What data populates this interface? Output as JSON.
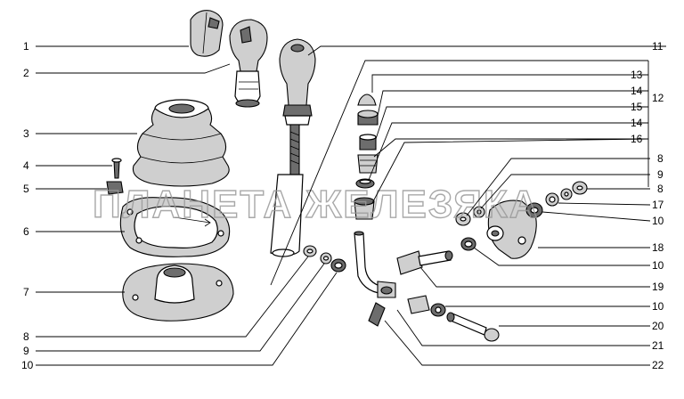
{
  "watermark": "ПЛАНЕТА ЖЕЛЕЗЯКА",
  "callouts": {
    "n1": "1",
    "n2": "2",
    "n3": "3",
    "n4": "4",
    "n5": "5",
    "n6": "6",
    "n7": "7",
    "n8a": "8",
    "n9a": "9",
    "n10a": "10",
    "n11": "11",
    "n12": "12",
    "n13": "13",
    "n14a": "14",
    "n15": "15",
    "n14b": "14",
    "n16": "16",
    "n8b": "8",
    "n9b": "9",
    "n8c": "8",
    "n17": "17",
    "n10b": "10",
    "n18": "18",
    "n10c": "10",
    "n19": "19",
    "n10d": "10",
    "n20": "20",
    "n21": "21",
    "n22": "22"
  }
}
